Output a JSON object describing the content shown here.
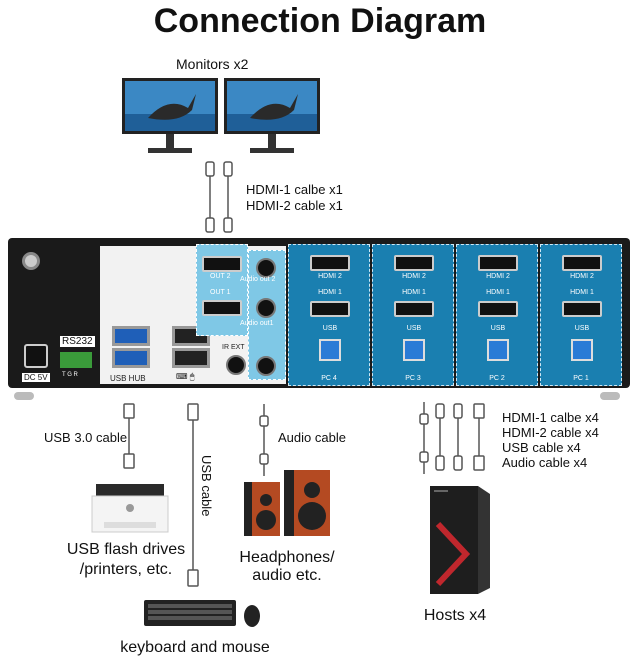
{
  "title": "Connection Diagram",
  "monitors_label": "Monitors x2",
  "hdmi_top": [
    "HDMI-1 calbe x1",
    "HDMI-2 cable x1"
  ],
  "kvm": {
    "out2": "OUT 2",
    "out1": "OUT 1",
    "audio_out2": "Audio out 2",
    "audio_out1": "Audio out1",
    "ir_ext": "IR EXT",
    "rs232": "RS232",
    "tgr": "T G R",
    "dc": "DC 5V",
    "usb_hub": "USB HUB",
    "pcs": [
      {
        "label": "PC 4",
        "hdmi2": "HDMI 2",
        "hdmi1": "HDMI 1",
        "usb": "USB"
      },
      {
        "label": "PC 3",
        "hdmi2": "HDMI 2",
        "hdmi1": "HDMI 1",
        "usb": "USB"
      },
      {
        "label": "PC 2",
        "hdmi2": "HDMI 2",
        "hdmi1": "HDMI 1",
        "usb": "USB"
      },
      {
        "label": "PC 1",
        "hdmi2": "HDMI 2",
        "hdmi1": "HDMI 1",
        "usb": "USB"
      }
    ]
  },
  "usb30_cable": "USB 3.0 cable",
  "usb_cable": "USB cable",
  "audio_cable": "Audio cable",
  "hosts_cables": [
    "HDMI-1 calbe x4",
    "HDMI-2 cable x4",
    "USB cable x4",
    "Audio cable x4"
  ],
  "usb_devices": [
    "USB flash drives",
    "/printers, etc."
  ],
  "headphones": [
    "Headphones/",
    "audio etc."
  ],
  "keyboard": "keyboard and mouse",
  "hosts": "Hosts x4",
  "colors": {
    "accent": "#1a7fb0",
    "highlight": "#7fc8e6",
    "device": "#1a1a1a"
  }
}
